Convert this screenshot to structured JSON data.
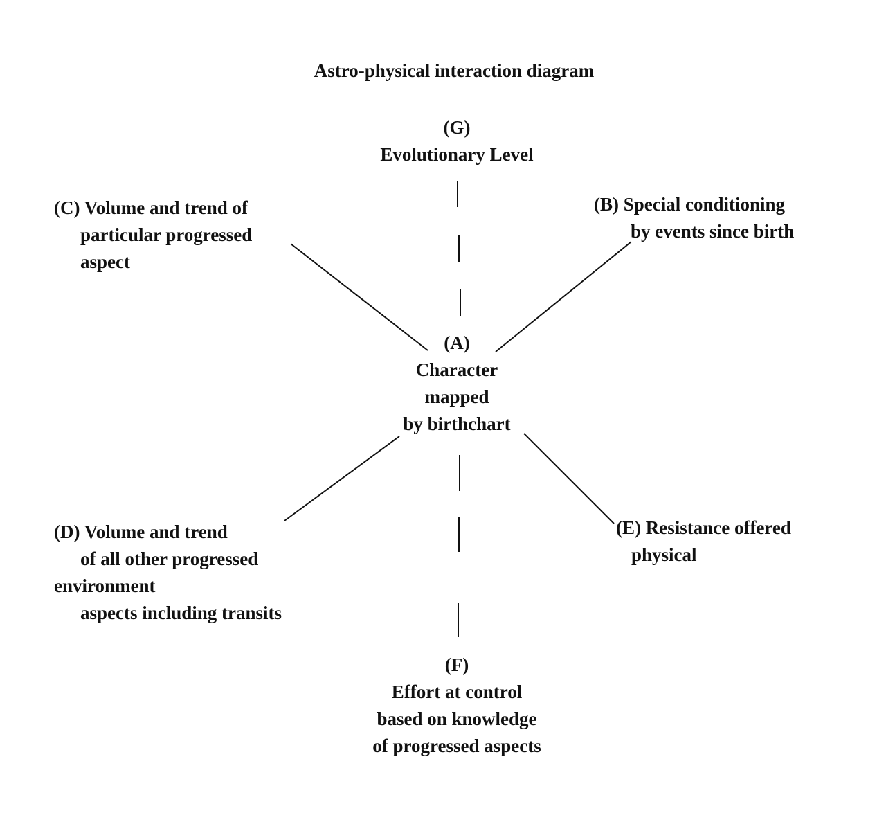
{
  "title": "Astro-physical interaction diagram",
  "nodes": {
    "a": {
      "lines": [
        "(A)",
        "Character",
        "mapped",
        "by birthchart"
      ]
    },
    "b": {
      "lines": [
        "(B) Special conditioning",
        "by events since birth"
      ]
    },
    "c": {
      "lines": [
        "(C) Volume and trend of",
        "particular progressed",
        "aspect"
      ]
    },
    "d": {
      "lines": [
        "(D) Volume and trend",
        "of all other progressed",
        "environment",
        "aspects including transits"
      ]
    },
    "e": {
      "lines": [
        "(E) Resistance offered",
        "physical"
      ]
    },
    "f": {
      "lines": [
        "(F)",
        "Effort at control",
        "based on knowledge",
        "of progressed aspects"
      ]
    },
    "g": {
      "lines": [
        "(G)",
        "Evolutionary Level"
      ]
    }
  },
  "connectors": [
    {
      "from": "A",
      "to": "G",
      "style": "dashed"
    },
    {
      "from": "A",
      "to": "B",
      "style": "solid"
    },
    {
      "from": "A",
      "to": "C",
      "style": "solid"
    },
    {
      "from": "A",
      "to": "D",
      "style": "solid"
    },
    {
      "from": "A",
      "to": "E",
      "style": "solid"
    },
    {
      "from": "A",
      "to": "F",
      "style": "dashed"
    }
  ],
  "colors": {
    "ink": "#111111",
    "background": "#ffffff"
  }
}
